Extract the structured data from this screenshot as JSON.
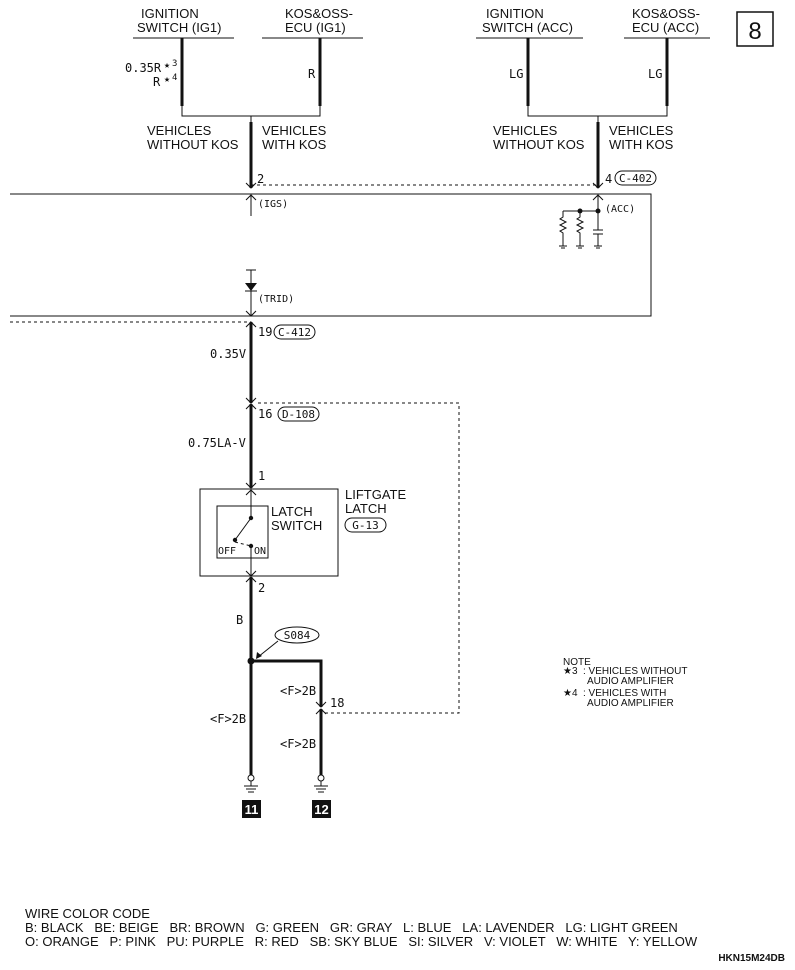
{
  "page_number": "8",
  "doc_code": "HKN15M24DB",
  "top_labels": {
    "ig1_switch": [
      "IGNITION",
      "SWITCH (IG1)"
    ],
    "kos_ig1": [
      "KOS&OSS-",
      "ECU (IG1)"
    ],
    "acc_switch": [
      "IGNITION",
      "SWITCH (ACC)"
    ],
    "kos_acc": [
      "KOS&OSS-",
      "ECU (ACC)"
    ]
  },
  "wires": {
    "ig1_color_a": "0.35R",
    "ig1_star_a": "3",
    "ig1_color_b": "R",
    "ig1_star_b": "4",
    "kos_ig1_color": "R",
    "acc_color": "LG",
    "kos_acc_color": "LG",
    "trid_to_d108": "0.35V",
    "d108_to_latch": "0.75LA-V",
    "latch_to_splice": "B",
    "branch_left": "<F>2B",
    "branch_right_upper": "<F>2B",
    "branch_right_lower": "<F>2B"
  },
  "vehicle_labels": {
    "left_without": [
      "VEHICLES",
      "WITHOUT KOS"
    ],
    "left_with": [
      "VEHICLES",
      "WITH KOS"
    ],
    "right_without": [
      "VEHICLES",
      "WITHOUT KOS"
    ],
    "right_with": [
      "VEHICLES",
      "WITH KOS"
    ]
  },
  "pins": {
    "igs_pin": "2",
    "acc_pin": "4",
    "trid_pin": "19",
    "d108_pin": "16",
    "latch_pin1": "1",
    "latch_pin2": "2",
    "ground_right_pin": "18"
  },
  "connectors": {
    "acc": "C-402",
    "trid": "C-412",
    "d108": "D-108",
    "latch": "G-13"
  },
  "signals": {
    "igs": "(IGS)",
    "acc": "(ACC)",
    "trid": "(TRID)"
  },
  "component": {
    "name": [
      "LIFTGATE",
      "LATCH"
    ],
    "switch": [
      "LATCH",
      "SWITCH"
    ],
    "off": "OFF",
    "on": "ON"
  },
  "splice": "S084",
  "grounds": [
    "11",
    "12"
  ],
  "note": {
    "title": "NOTE",
    "items": [
      {
        "star": "★3",
        "lines": [
          ": VEHICLES WITHOUT",
          "AUDIO AMPLIFIER"
        ]
      },
      {
        "star": "★4",
        "lines": [
          ": VEHICLES WITH",
          "AUDIO AMPLIFIER"
        ]
      }
    ]
  },
  "color_code": {
    "title": "WIRE COLOR CODE",
    "line1": "B: BLACK   BE: BEIGE   BR: BROWN   G: GREEN   GR: GRAY   L: BLUE   LA: LAVENDER   LG: LIGHT GREEN",
    "line2": "O: ORANGE   P: PINK   PU: PURPLE   R: RED   SB: SKY BLUE   SI: SILVER   V: VIOLET   W: WHITE   Y: YELLOW"
  }
}
